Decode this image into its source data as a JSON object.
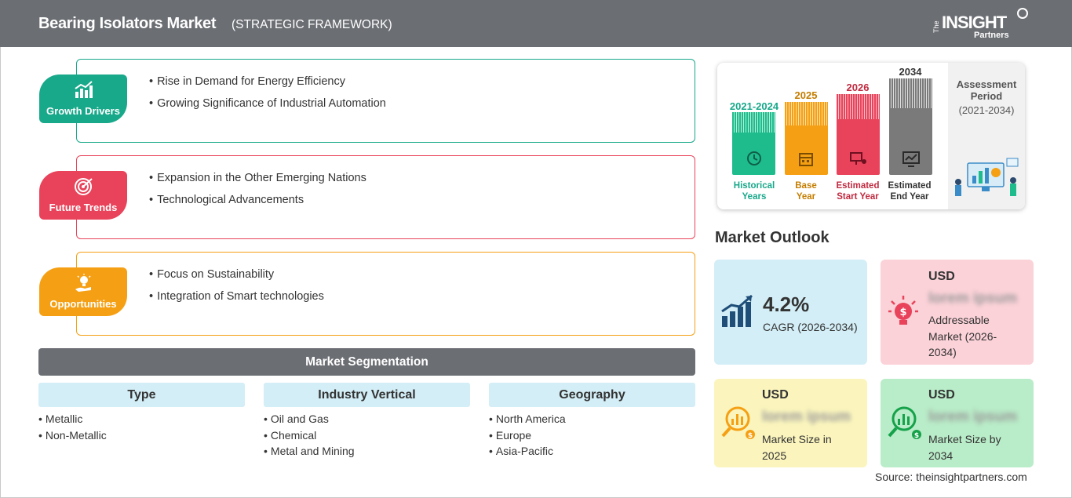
{
  "header": {
    "title": "Bearing Isolators Market",
    "subtitle": "(STRATEGIC FRAMEWORK)",
    "logo_the": "The",
    "logo_insight": "INSIGHT",
    "logo_partners": "Partners"
  },
  "framework": {
    "growth": {
      "label": "Growth Drivers",
      "color": "#18a88a",
      "items": [
        "Rise in Demand for Energy Efficiency",
        "Growing Significance of Industrial Automation"
      ]
    },
    "trends": {
      "label": "Future Trends",
      "color": "#e8435a",
      "items": [
        "Expansion in the Other Emerging Nations",
        "Technological Advancements"
      ]
    },
    "opportunities": {
      "label": "Opportunities",
      "color": "#f5a014",
      "items": [
        "Focus on Sustainability",
        "Integration of Smart technologies"
      ]
    }
  },
  "segmentation": {
    "title": "Market Segmentation",
    "columns": [
      {
        "header": "Type",
        "items": [
          "Metallic",
          "Non-Metallic"
        ]
      },
      {
        "header": "Industry Vertical",
        "items": [
          "Oil and Gas",
          "Chemical",
          "Metal and Mining"
        ]
      },
      {
        "header": "Geography",
        "items": [
          "North America",
          "Europe",
          "Asia-Pacific"
        ]
      }
    ]
  },
  "timeline": {
    "historical": {
      "year": "2021-2024",
      "label1": "Historical",
      "label2": "Years",
      "color": "#1ebc8c"
    },
    "base": {
      "year": "2025",
      "label1": "Base",
      "label2": "Year",
      "color": "#f5a014"
    },
    "start": {
      "year": "2026",
      "label1": "Estimated",
      "label2": "Start Year",
      "color": "#e8435a"
    },
    "end": {
      "year": "2034",
      "label1": "Estimated",
      "label2": "End Year",
      "color": "#7a7a7a"
    },
    "assessment_label": "Assessment Period",
    "assessment_range": "(2021-2034)"
  },
  "outlook": {
    "title": "Market Outlook",
    "cagr_value": "4.2%",
    "cagr_label": "CAGR (2026-2034)",
    "addressable": {
      "currency": "USD",
      "value": "lorem ipsum",
      "desc": "Addressable Market (2026-2034)"
    },
    "size_2025": {
      "currency": "USD",
      "value": "lorem ipsum",
      "desc": "Market Size in 2025"
    },
    "size_2034": {
      "currency": "USD",
      "value": "lorem ipsum",
      "desc": "Market Size by 2034"
    }
  },
  "source": "Source: theinsightpartners.com"
}
